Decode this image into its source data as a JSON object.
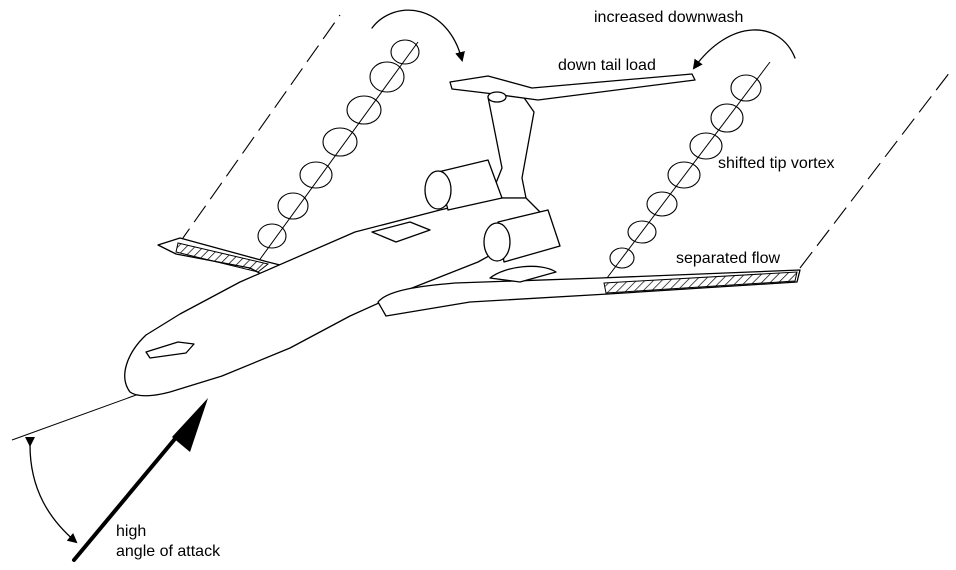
{
  "labels": {
    "increased_downwash": "increased downwash",
    "down_tail_load": "down tail load",
    "shifted_tip_vortex": "shifted tip vortex",
    "separated_flow": "separated flow",
    "high": "high",
    "angle_of_attack": "angle of attack"
  },
  "colors": {
    "line": "#000000",
    "background": "#ffffff"
  }
}
